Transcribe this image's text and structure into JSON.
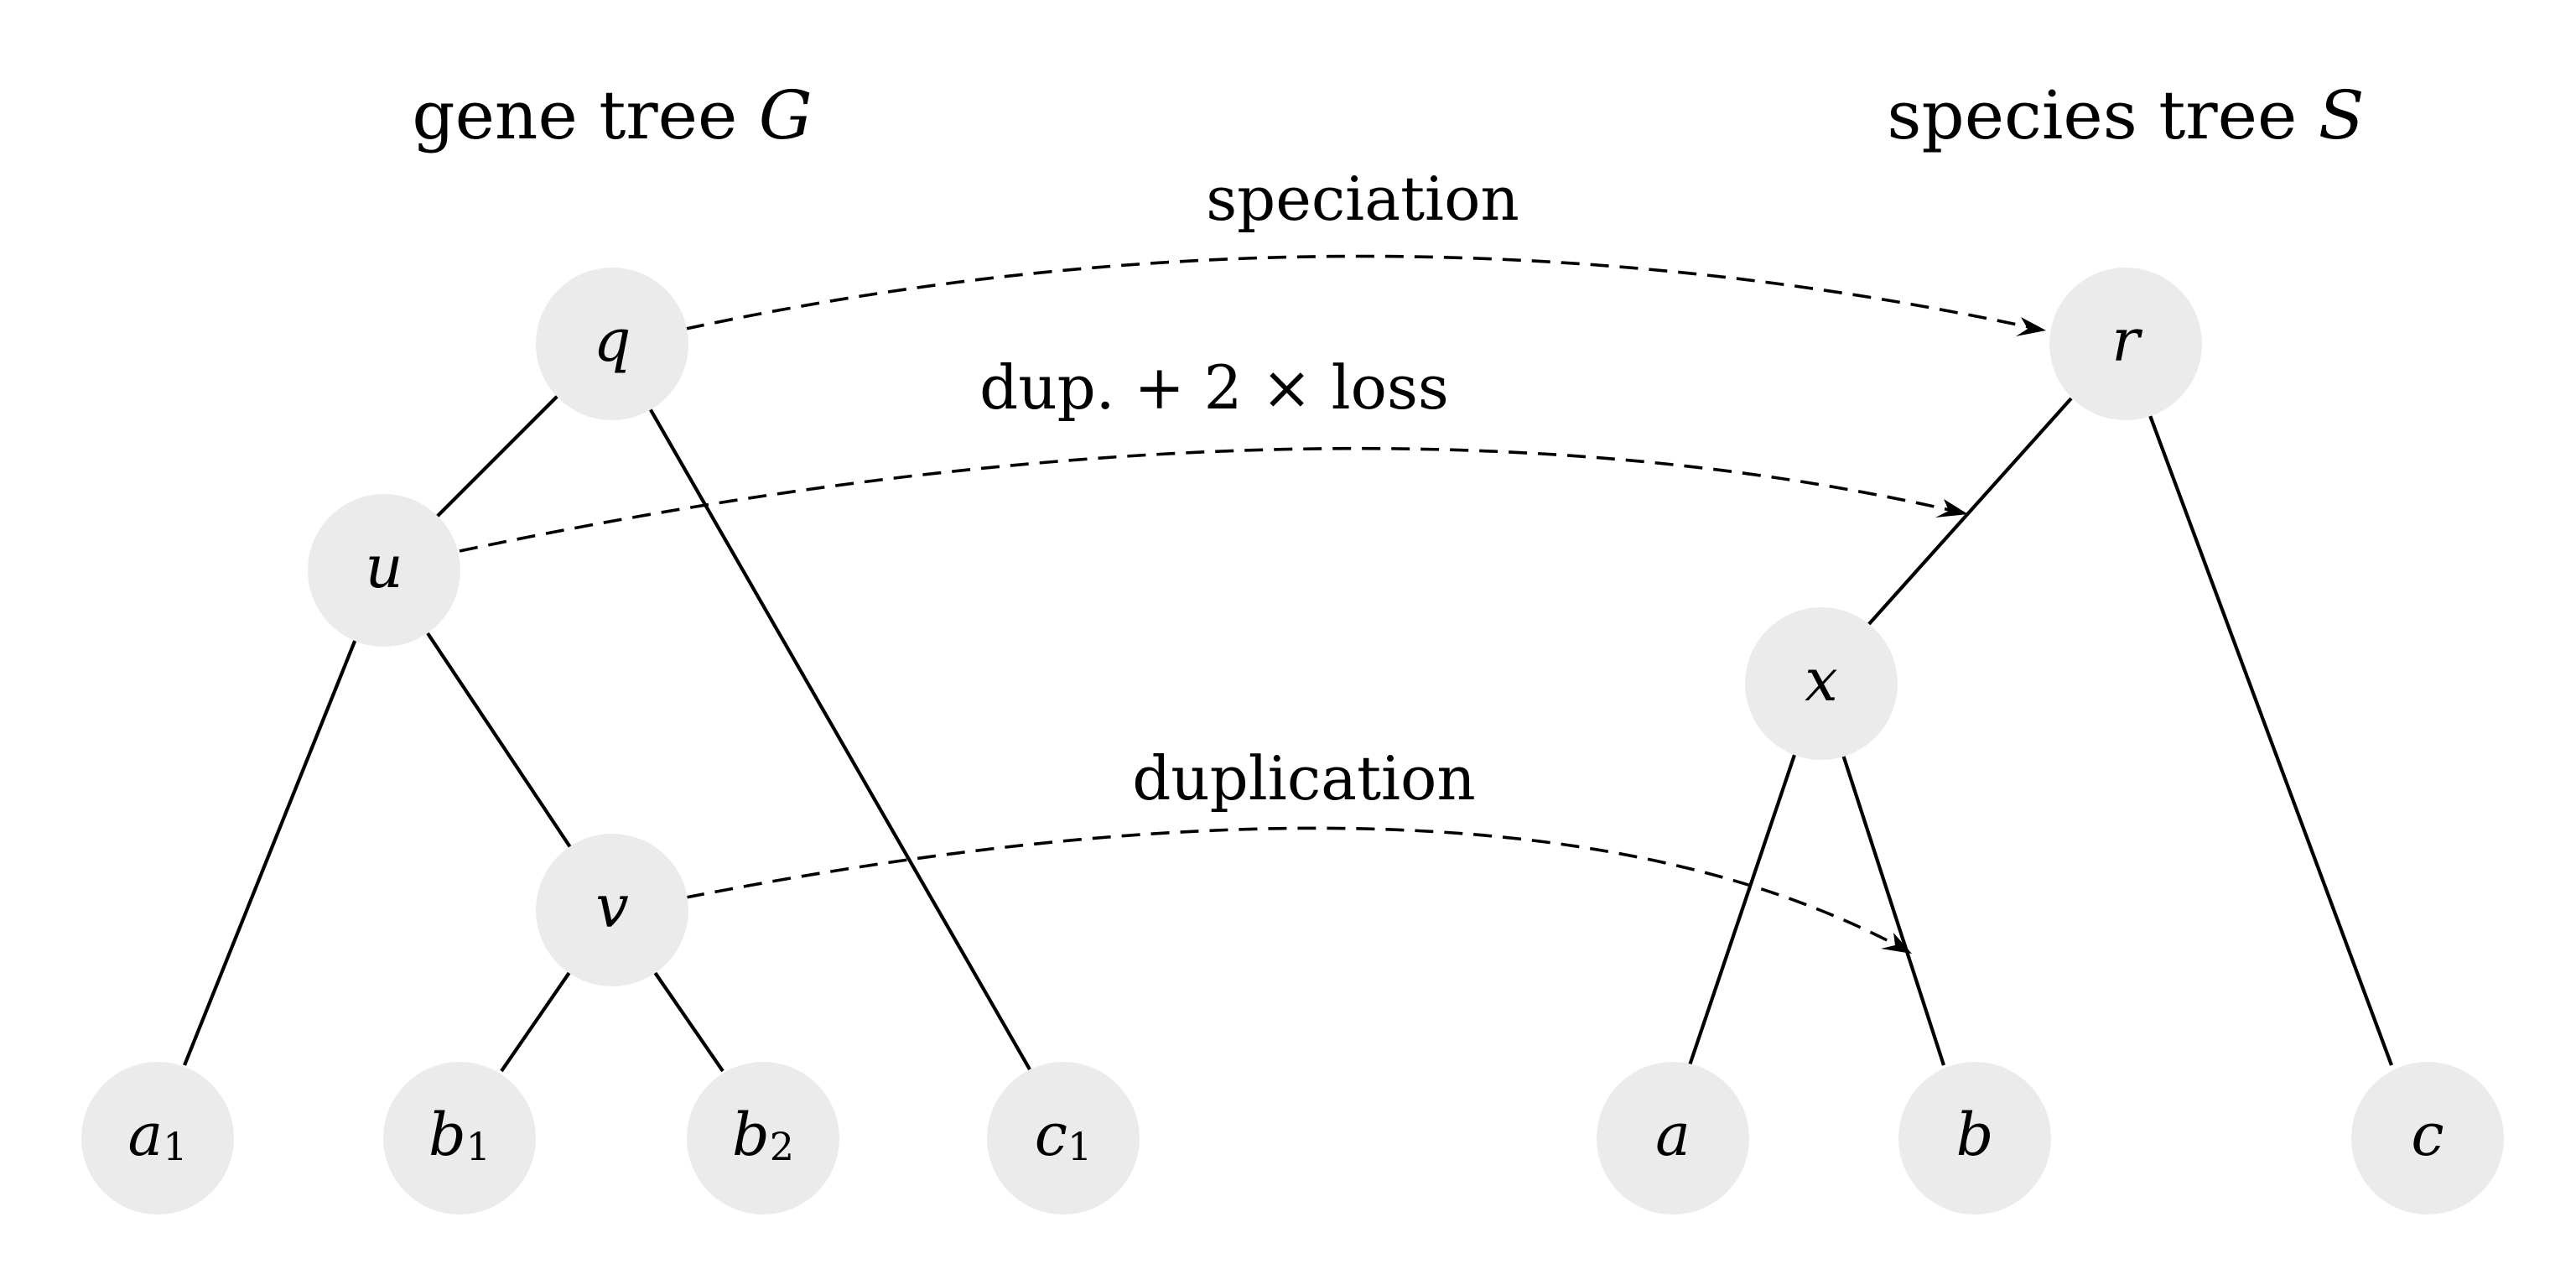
{
  "titles": {
    "gene_tree_text": "gene tree ",
    "gene_tree_var": "G",
    "species_tree_text": "species tree ",
    "species_tree_var": "S"
  },
  "gene_tree": {
    "nodes": [
      {
        "id": "q",
        "label": "q",
        "sub": ""
      },
      {
        "id": "u",
        "label": "u",
        "sub": ""
      },
      {
        "id": "v",
        "label": "v",
        "sub": ""
      },
      {
        "id": "a1",
        "label": "a",
        "sub": "1"
      },
      {
        "id": "b1",
        "label": "b",
        "sub": "1"
      },
      {
        "id": "b2",
        "label": "b",
        "sub": "2"
      },
      {
        "id": "c1",
        "label": "c",
        "sub": "1"
      }
    ],
    "edges": [
      [
        "q",
        "u"
      ],
      [
        "q",
        "c1"
      ],
      [
        "u",
        "a1"
      ],
      [
        "u",
        "v"
      ],
      [
        "v",
        "b1"
      ],
      [
        "v",
        "b2"
      ]
    ]
  },
  "species_tree": {
    "nodes": [
      {
        "id": "r",
        "label": "r",
        "sub": ""
      },
      {
        "id": "x",
        "label": "x",
        "sub": ""
      },
      {
        "id": "a",
        "label": "a",
        "sub": ""
      },
      {
        "id": "b",
        "label": "b",
        "sub": ""
      },
      {
        "id": "c",
        "label": "c",
        "sub": ""
      }
    ],
    "edges": [
      [
        "r",
        "x"
      ],
      [
        "r",
        "c"
      ],
      [
        "x",
        "a"
      ],
      [
        "x",
        "b"
      ]
    ]
  },
  "mappings": [
    {
      "from": "q",
      "to": "r",
      "label": "speciation"
    },
    {
      "from": "u",
      "to": "edge:r-x",
      "label": "dup. + 2 × loss"
    },
    {
      "from": "v",
      "to": "edge:x-b",
      "label": "duplication"
    }
  ],
  "colors": {
    "node_fill": "#ebebeb",
    "line": "#000000"
  }
}
